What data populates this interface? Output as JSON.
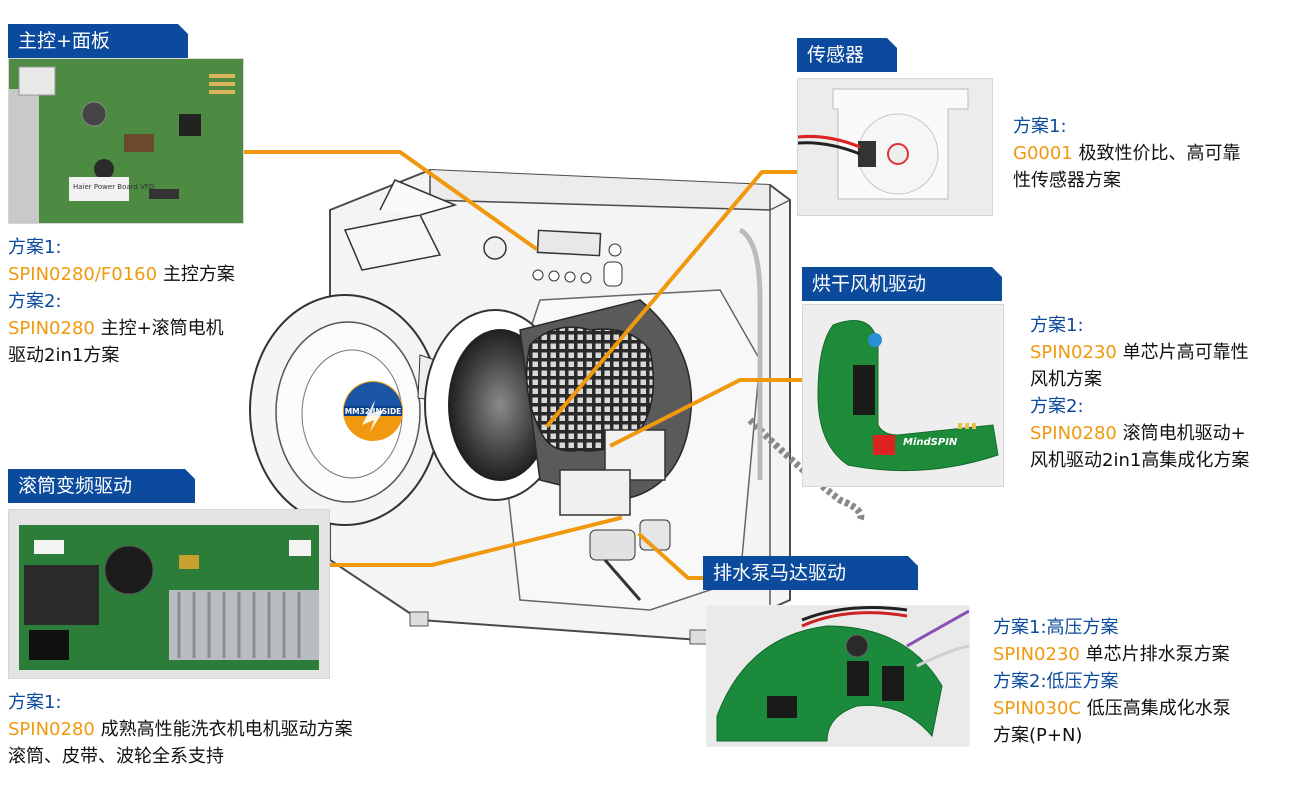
{
  "colors": {
    "tag_bg": "#0b4a9c",
    "label_blue": "#0b4a9c",
    "code_orange": "#f0990e",
    "leader": "#f0990e"
  },
  "logo_text": "MM32 INSIDE",
  "sections": {
    "main_control": {
      "title": "主控+面板",
      "lines": [
        {
          "label": "方案1:"
        },
        {
          "code": "SPIN0280/F0160",
          "text": " 主控方案"
        },
        {
          "label": "方案2:"
        },
        {
          "code": "SPIN0280",
          "text": " 主控+滚筒电机"
        },
        {
          "text": "驱动2in1方案"
        }
      ]
    },
    "sensor": {
      "title": "传感器",
      "lines": [
        {
          "label": "方案1:"
        },
        {
          "code": "G0001",
          "text": " 极致性价比、高可靠"
        },
        {
          "text": "性传感器方案"
        }
      ]
    },
    "dryer_fan": {
      "title": "烘干风机驱动",
      "lines": [
        {
          "label": "方案1:"
        },
        {
          "code": "SPIN0230",
          "text": " 单芯片高可靠性"
        },
        {
          "text": "风机方案"
        },
        {
          "label": "方案2:"
        },
        {
          "code": "SPIN0280",
          "text": " 滚筒电机驱动+"
        },
        {
          "text": "风机驱动2in1高集成化方案"
        }
      ]
    },
    "drum_inverter": {
      "title": "滚筒变频驱动",
      "lines": [
        {
          "label": "方案1:"
        },
        {
          "code": "SPIN0280",
          "text": " 成熟高性能洗衣机电机驱动方案"
        },
        {
          "text": "滚筒、皮带、波轮全系支持"
        }
      ]
    },
    "drain_pump": {
      "title": "排水泵马达驱动",
      "lines": [
        {
          "label": "方案1:高压方案"
        },
        {
          "code": "SPIN0230",
          "text": " 单芯片排水泵方案"
        },
        {
          "label": "方案2:低压方案"
        },
        {
          "code": "SPIN030C",
          "text": " 低压高集成化水泵"
        },
        {
          "text": "方案(P+N)"
        }
      ]
    }
  },
  "board_labels": {
    "fan_board_brand": "MindSPIN",
    "main_board_text": "Haier Power Board VFD"
  }
}
